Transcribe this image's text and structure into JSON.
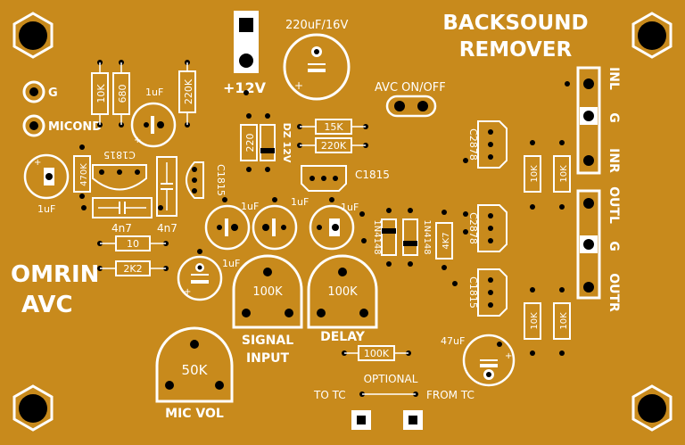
{
  "board": {
    "title_line1": "BACKSOUND",
    "title_line2": "REMOVER",
    "brand_line1": "OMRIN",
    "brand_line2": "AVC",
    "power_cap": "220uF/16V",
    "power_label": "+12V",
    "avc_switch": "AVC ON/OFF",
    "pad_g": "G",
    "pad_micond": "MICOND",
    "signal_input_line1": "SIGNAL",
    "signal_input_line2": "INPUT",
    "delay_label": "DELAY",
    "mic_vol_label": "MIC VOL",
    "optional_label": "OPTIONAL",
    "to_tc": "TO TC",
    "from_tc": "FROM TC",
    "pot_signal": "100K",
    "pot_delay": "100K",
    "pot_mic": "50K",
    "io_inl": "INL",
    "io_g1": "G",
    "io_inr": "INR",
    "io_outl": "OUTL",
    "io_g2": "G",
    "io_outr": "OUTR",
    "r_10k_a": "10K",
    "r_680": "680",
    "r_220k_a": "220K",
    "r_470k": "470K",
    "r_220": "220",
    "r_15k": "15K",
    "r_220k_b": "220K",
    "r_10": "10",
    "r_2k2": "2K2",
    "r_4k7": "4K7",
    "r_100k": "100K",
    "r_10k_b": "10K",
    "r_10k_c": "10K",
    "r_10k_d": "10K",
    "r_10k_e": "10K",
    "c_1uf_a": "1uF",
    "c_1uf_b": "1uF",
    "c_1uf_c": "1uF",
    "c_1uf_d": "1uF",
    "c_1uf_e": "1uF",
    "c_1uf_f": "1uF",
    "c_47uf": "47uF",
    "c_4n7_a": "4n7",
    "c_4n7_b": "4n7",
    "dz": "DZ 12V",
    "d_1n4148_a": "1N4148",
    "d_1n4148_b": "1N4148",
    "q_c1815_a": "C1815",
    "q_c1815_b": "C1815",
    "q_c1815_c": "C1815",
    "q_c1815_d": "C1815",
    "q_c2878_a": "C2878",
    "q_c2878_b": "C2878",
    "colors": {
      "board": "#c88a1c",
      "silk": "#ffffff",
      "pad": "#000000"
    }
  }
}
